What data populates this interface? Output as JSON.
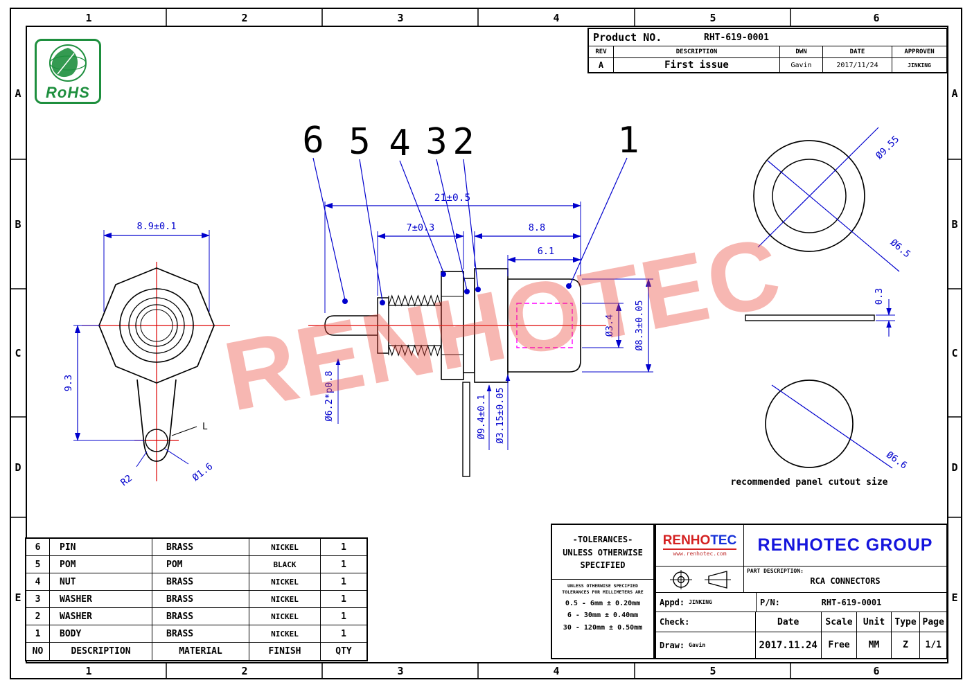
{
  "sheet": {
    "zone_cols": [
      "1",
      "2",
      "3",
      "4",
      "5",
      "6"
    ],
    "zone_rows": [
      "A",
      "B",
      "C",
      "D",
      "E"
    ]
  },
  "rohs_label": "RoHS",
  "watermark": "RENHOTEC",
  "product_table": {
    "product_no_label": "Product NO.",
    "product_no": "RHT-619-0001",
    "headers": [
      "REV",
      "DESCRIPTION",
      "DWN",
      "DATE",
      "APPROVEN"
    ],
    "row": [
      "A",
      "First issue",
      "Gavin",
      "2017/11/24",
      "JINKING"
    ]
  },
  "callouts": [
    "6",
    "5",
    "4",
    "3",
    "2",
    "1"
  ],
  "dims": {
    "front": {
      "width": "8.9±0.1",
      "height": "9.3",
      "radius": "R2",
      "hole": "Ø1.6",
      "tab_label": "L"
    },
    "section": {
      "overall": "21±0.5",
      "thread_len": "7±0.3",
      "body_len": "8.8",
      "rear_len": "6.1",
      "thread_spec": "Ø6.2*p0.8",
      "flange_od": "Ø9.4±0.1",
      "pin_od": "Ø3.15±0.05",
      "bore": "Ø3.4",
      "body_od": "Ø8.3±0.05"
    },
    "panel": {
      "washer_od": "Ø9.55",
      "washer_id": "Ø6.5",
      "washer_thk": "0.3",
      "cutout": "Ø6.6",
      "note": "recommended panel cutout size"
    }
  },
  "bom": {
    "headers": [
      "NO",
      "DESCRIPTION",
      "MATERIAL",
      "FINISH",
      "QTY"
    ],
    "rows": [
      {
        "no": "6",
        "desc": "PIN",
        "mat": "BRASS",
        "fin": "NICKEL",
        "qty": "1"
      },
      {
        "no": "5",
        "desc": "POM",
        "mat": "POM",
        "fin": "BLACK",
        "qty": "1"
      },
      {
        "no": "4",
        "desc": "NUT",
        "mat": "BRASS",
        "fin": "NICKEL",
        "qty": "1"
      },
      {
        "no": "3",
        "desc": "WASHER",
        "mat": "BRASS",
        "fin": "NICKEL",
        "qty": "1"
      },
      {
        "no": "2",
        "desc": "WASHER",
        "mat": "BRASS",
        "fin": "NICKEL",
        "qty": "1"
      },
      {
        "no": "1",
        "desc": "BODY",
        "mat": "BRASS",
        "fin": "NICKEL",
        "qty": "1"
      }
    ]
  },
  "tolerances": {
    "line1": "-TOLERANCES-",
    "line2": "UNLESS OTHERWISE",
    "line3": "SPECIFIED",
    "note": "UNLESS OTHERWISE SPECIFIED TOLERANCES FOR MILLIMETERS ARE",
    "rows": [
      "0.5 - 6mm ± 0.20mm",
      "6 - 30mm ± 0.40mm",
      "30 - 120mm ± 0.50mm"
    ]
  },
  "title_block": {
    "logo_part1": "RENHO",
    "logo_part2": "TEC",
    "logo_url": "www.renhotec.com",
    "company": "RENHOTEC GROUP",
    "part_desc_label": "PART DESCRIPTION:",
    "part_desc": "RCA CONNECTORS",
    "appd_label": "Appd:",
    "appd_value": "JINKING",
    "pn_label": "P/N:",
    "pn_value": "RHT-619-0001",
    "check_label": "Check:",
    "draw_label": "Draw:",
    "draw_value": "Gavin",
    "cols": {
      "date": "Date",
      "scale": "Scale",
      "unit": "Unit",
      "type": "Type",
      "page": "Page"
    },
    "vals": {
      "date": "2017.11.24",
      "scale": "Free",
      "unit": "MM",
      "type": "Z",
      "page": "1/1"
    }
  }
}
